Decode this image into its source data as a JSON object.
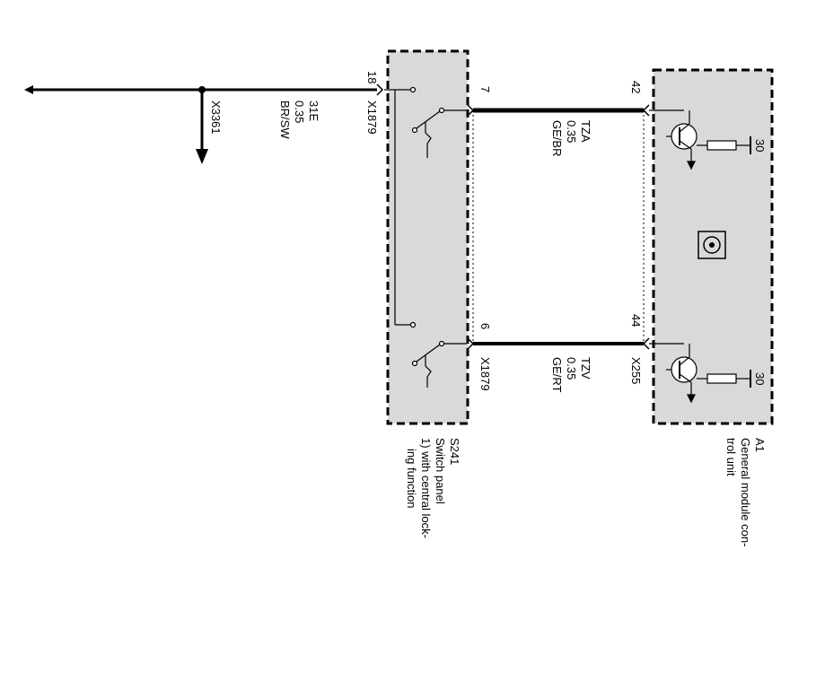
{
  "components": {
    "s241": {
      "ref": "S241",
      "name": "Switch panel",
      "note_line1": "1) with central lock-",
      "note_line2": "ing function"
    },
    "a1": {
      "ref": "A1",
      "name_line1": "General module con-",
      "name_line2": "trol unit"
    }
  },
  "connectors": {
    "x1879_left": "X1879",
    "x1879_right": "X1879",
    "x255": "X255",
    "x3361": "X3361"
  },
  "pins": {
    "p18": "18",
    "p7": "7",
    "p6": "6",
    "p42": "42",
    "p44": "44",
    "t30_top": "30",
    "t30_bottom": "30"
  },
  "wires": {
    "w31e": {
      "signal": "31E",
      "size": "0.35",
      "color": "BR/SW"
    },
    "wtza": {
      "signal": "TZA",
      "size": "0.35",
      "color": "GE/BR"
    },
    "wtzv": {
      "signal": "TZV",
      "size": "0.35",
      "color": "GE/RT"
    }
  },
  "colors": {
    "box_fill": "#d9d9d9",
    "line": "#000000"
  }
}
